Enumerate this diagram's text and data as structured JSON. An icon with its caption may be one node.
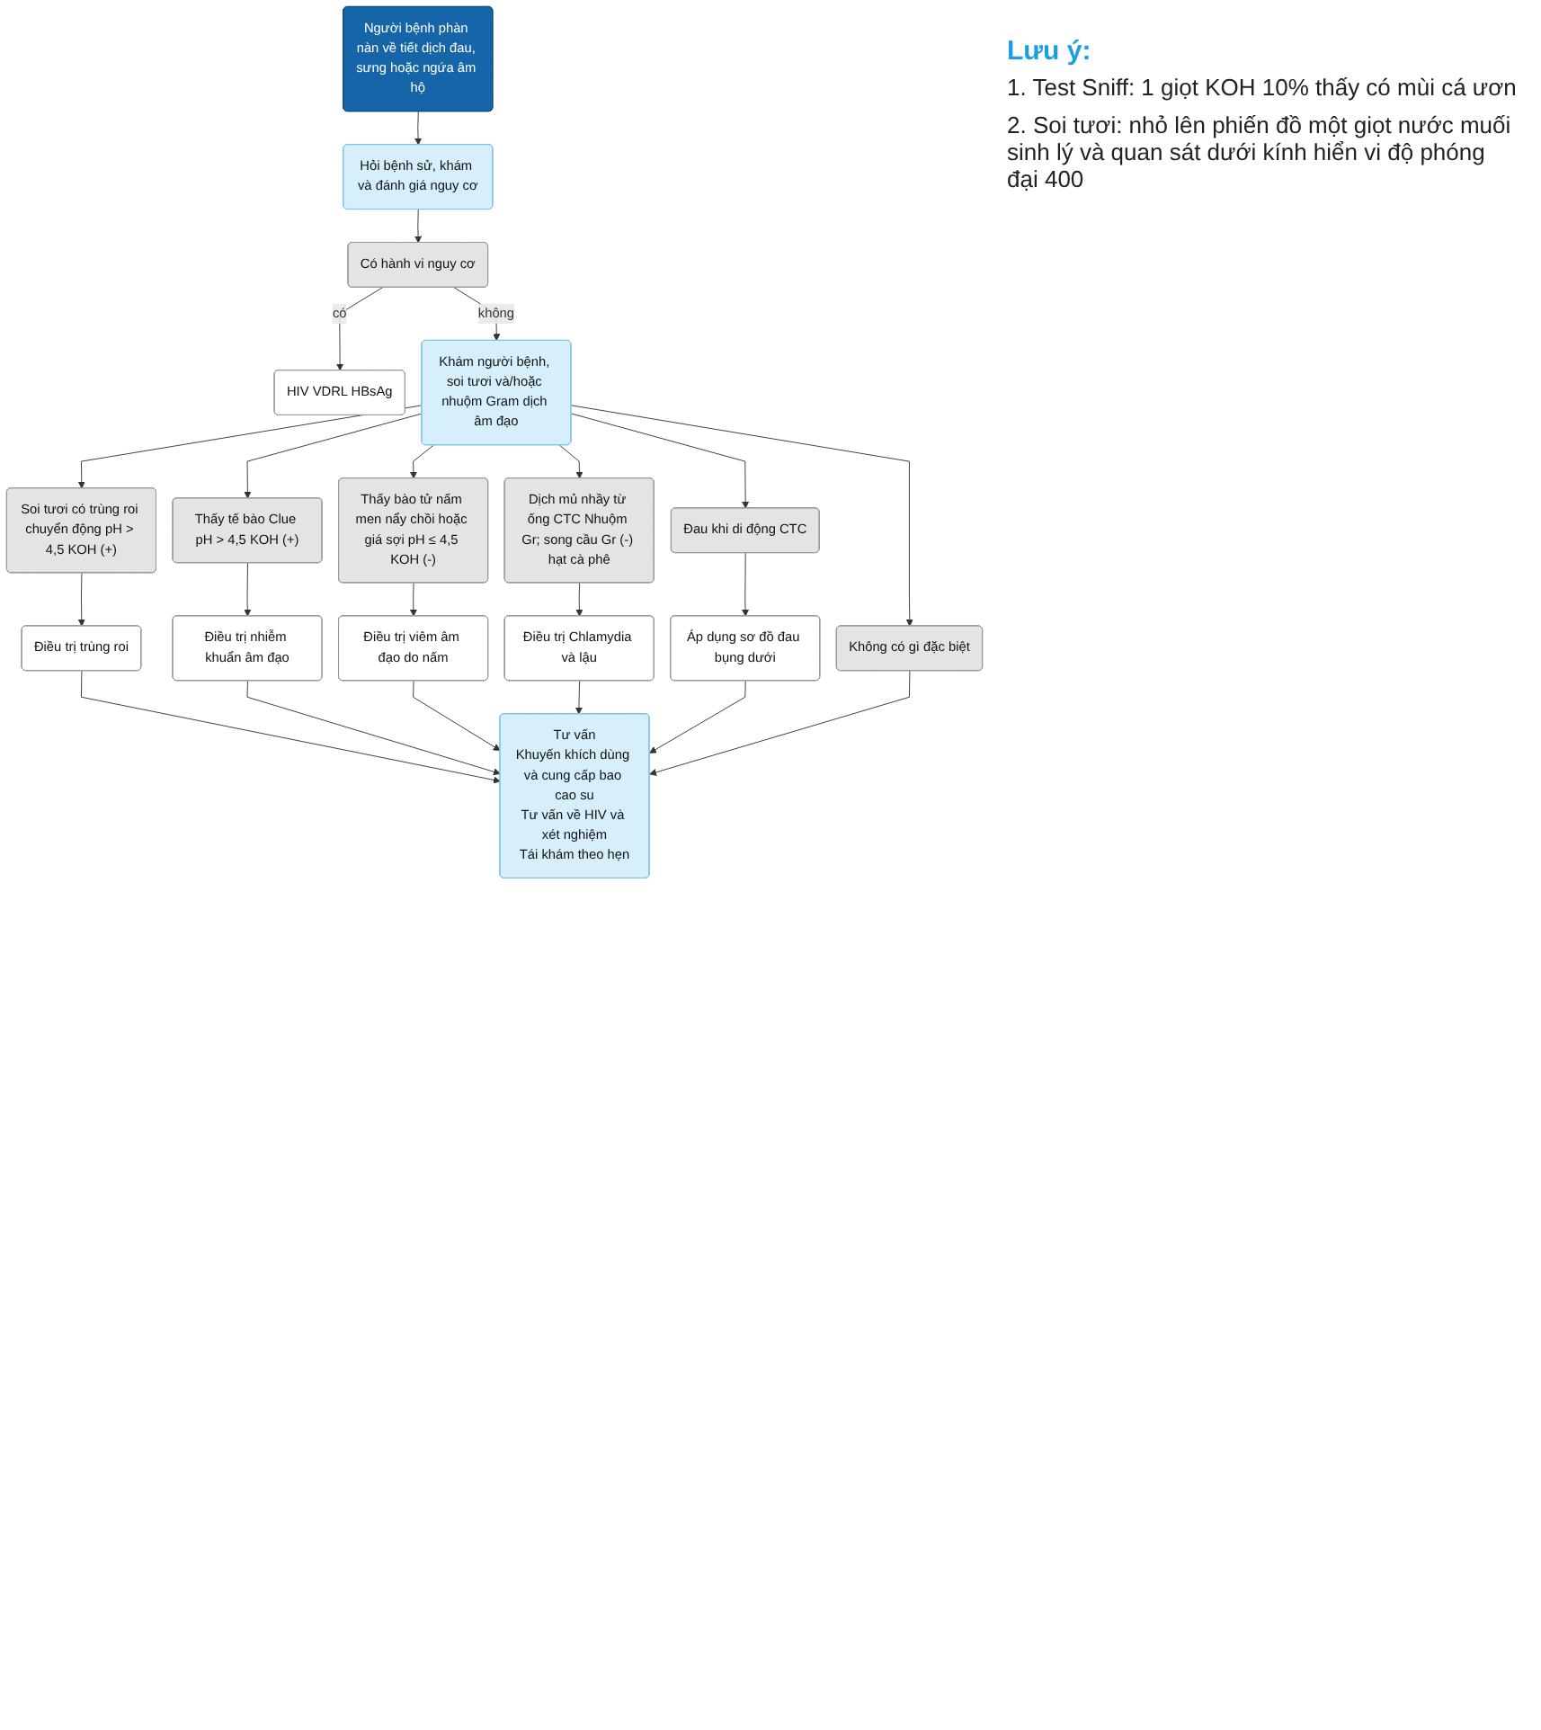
{
  "diagram": {
    "nodes": [
      {
        "text": [
          "Người bệnh phàn nàn về tiết dịch đau, sưng hoặc ngứa âm hộ"
        ]
      },
      {
        "text": [
          "Hỏi bệnh sử, khám và đánh giá nguy cơ"
        ]
      },
      {
        "text": [
          "Có hành vi nguy cơ"
        ]
      },
      {
        "text": [
          "HIV VDRL HBsAg"
        ]
      },
      {
        "text": [
          "Khám người bệnh, soi tươi và/hoặc nhuộm Gram dịch âm đạo"
        ]
      },
      {
        "text": [
          "Soi tươi có trùng roi chuyển động pH > 4,5 KOH (+)"
        ]
      },
      {
        "text": [
          "Thấy tế bào Clue pH > 4,5 KOH (+)"
        ]
      },
      {
        "text": [
          "Thấy bào tử nấm men nẩy chồi hoặc giá sợi pH ≤ 4,5 KOH (-)"
        ]
      },
      {
        "text": [
          "Dịch mủ nhầy từ ống CTC Nhuộm Gr; song cầu Gr (-) hạt cà phê"
        ]
      },
      {
        "text": [
          "Đau khi di động CTC"
        ]
      },
      {
        "text": [
          "Không có gì đặc biệt"
        ]
      },
      {
        "text": [
          "Điều trị trùng roi"
        ]
      },
      {
        "text": [
          "Điều trị nhiễm khuẩn âm đạo"
        ]
      },
      {
        "text": [
          "Điều trị viêm âm đạo do nấm"
        ]
      },
      {
        "text": [
          "Điều trị Chlamydia và lậu"
        ]
      },
      {
        "text": [
          "Áp dụng sơ đồ đau bụng dưới"
        ]
      },
      {
        "text": [
          "Tư vấn",
          "Khuyến khích dùng và cung cấp bao cao su",
          "Tư vấn về HIV và xét nghiệm",
          "Tái khám theo hẹn"
        ]
      }
    ],
    "edges": [
      {
        "from": 0,
        "to": 1,
        "arrow": "to"
      },
      {
        "from": 1,
        "to": 2,
        "arrow": "to"
      },
      {
        "from": 2,
        "to": 3,
        "arrow": "to",
        "label": "có"
      },
      {
        "from": 2,
        "to": 4,
        "arrow": "to",
        "label": "không"
      },
      {
        "from": 4,
        "to": 5,
        "arrow": "to"
      },
      {
        "from": 4,
        "to": 6,
        "arrow": "to"
      },
      {
        "from": 4,
        "to": 7,
        "arrow": "to"
      },
      {
        "from": 4,
        "to": 8,
        "arrow": "to"
      },
      {
        "from": 4,
        "to": 9,
        "arrow": "to"
      },
      {
        "from": 4,
        "to": 10,
        "arrow": "to"
      },
      {
        "from": 5,
        "to": 11,
        "arrow": "to"
      },
      {
        "from": 6,
        "to": 12,
        "arrow": "to"
      },
      {
        "from": 7,
        "to": 13,
        "arrow": "to"
      },
      {
        "from": 8,
        "to": 14,
        "arrow": "to"
      },
      {
        "from": 9,
        "to": 15,
        "arrow": "to"
      },
      {
        "from": 11,
        "to": 16,
        "arrow": "to"
      },
      {
        "from": 12,
        "to": 16,
        "arrow": "to"
      },
      {
        "from": 13,
        "to": 16,
        "arrow": "to"
      },
      {
        "from": 14,
        "to": 16,
        "arrow": "to"
      },
      {
        "from": 15,
        "to": 16,
        "arrow": "to"
      },
      {
        "from": 10,
        "to": 16,
        "arrow": "to"
      }
    ],
    "labels": [
      "Lưu ý:",
      "1. Test Sniff: 1 giọt KOH 10% thấy có mùi cá ươn",
      "2. Soi tươi: nhỏ lên phiến đồ một giọt nước muối sinh lý và quan sát dưới kính hiển vi độ phóng đại 400"
    ]
  }
}
